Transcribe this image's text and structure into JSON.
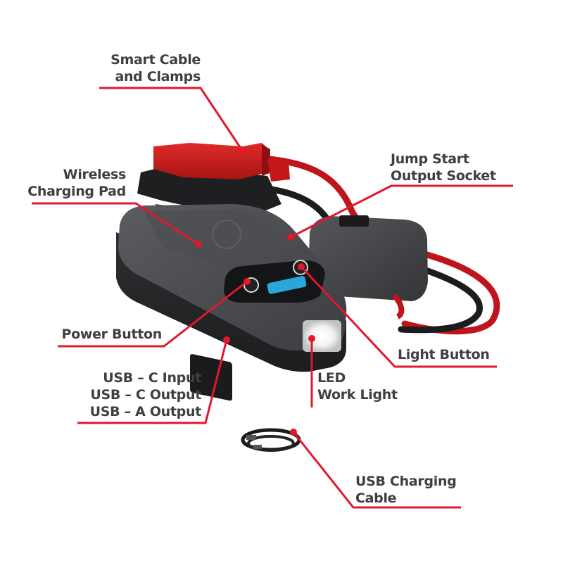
{
  "diagram": {
    "type": "product-callout",
    "accent_color": "#e0182d",
    "text_color": "#3d3f42",
    "callouts": [
      {
        "id": "smart-cable",
        "lines": [
          "Smart Cable",
          "and Clamps"
        ],
        "align": "right"
      },
      {
        "id": "jump-start-socket",
        "lines": [
          "Jump Start",
          "Output Socket"
        ],
        "align": "left"
      },
      {
        "id": "wireless-pad",
        "lines": [
          "Wireless",
          "Charging Pad"
        ],
        "align": "right"
      },
      {
        "id": "power-button",
        "lines": [
          "Power Button"
        ],
        "align": "right"
      },
      {
        "id": "light-button",
        "lines": [
          "Light Button"
        ],
        "align": "left"
      },
      {
        "id": "usb-ports",
        "lines": [
          "USB – C Input",
          "USB – C Output",
          "USB – A Output"
        ],
        "align": "right"
      },
      {
        "id": "led-light",
        "lines": [
          "LED",
          "Work Light"
        ],
        "align": "left"
      },
      {
        "id": "usb-cable",
        "lines": [
          "USB Charging",
          "Cable"
        ],
        "align": "left"
      }
    ]
  }
}
